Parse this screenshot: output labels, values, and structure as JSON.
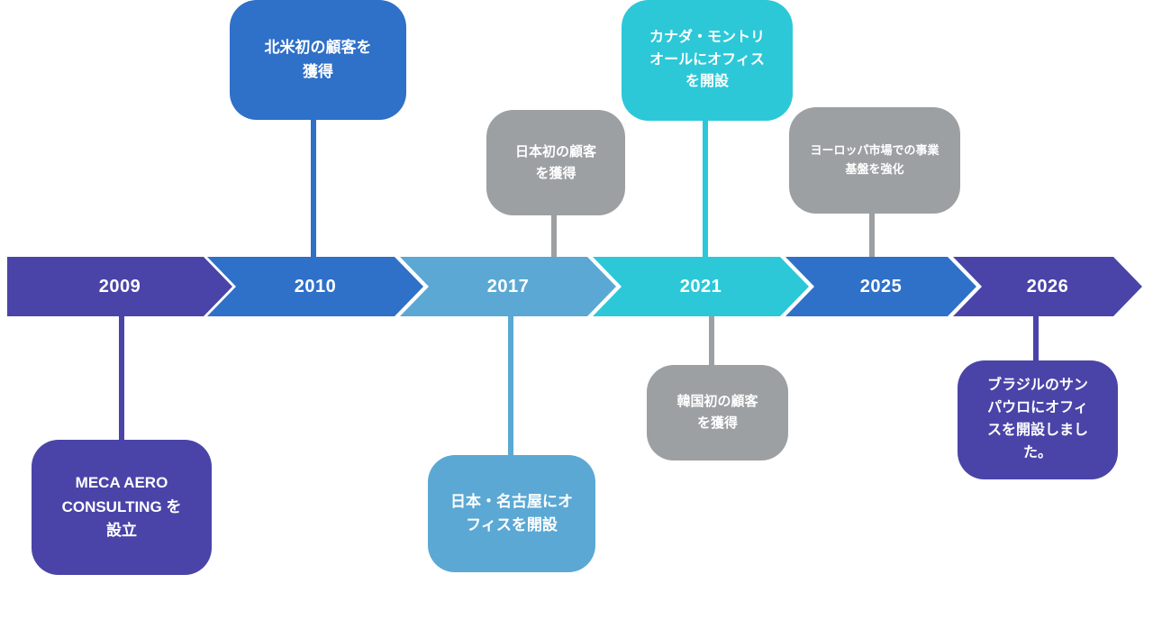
{
  "palette": {
    "purple": "#4a44a8",
    "blue": "#2f70c8",
    "light_blue": "#5ba8d4",
    "teal": "#2cc8d8",
    "gray": "#9ca0a3"
  },
  "timeline": {
    "years": [
      {
        "label": "2009",
        "color": "#4a44a8"
      },
      {
        "label": "2010",
        "color": "#2f70c8"
      },
      {
        "label": "2017",
        "color": "#5ba8d4"
      },
      {
        "label": "2021",
        "color": "#2cc8d8"
      },
      {
        "label": "2025",
        "color": "#2f70c8"
      },
      {
        "label": "2026",
        "color": "#4a44a8"
      }
    ],
    "callouts": [
      {
        "year": "2010",
        "position": "above",
        "text": "北米初の顧客を\n獲得",
        "color": "#2f70c8"
      },
      {
        "year": "2017",
        "position": "above",
        "text": "日本初の顧客\nを獲得",
        "color": "#9ca0a3"
      },
      {
        "year": "2021",
        "position": "above",
        "text": "カナダ・モントリ\nオールにオフィス\nを開設",
        "color": "#2cc8d8"
      },
      {
        "year": "2025",
        "position": "above",
        "text": "ヨーロッパ市場での事業\n基盤を強化",
        "color": "#9ca0a3"
      },
      {
        "year": "2009",
        "position": "below",
        "text": "MECA AERO\nCONSULTING を\n設立",
        "color": "#4a44a8"
      },
      {
        "year": "2017",
        "position": "below",
        "text": "日本・名古屋にオ\nフィスを開設",
        "color": "#5ba8d4"
      },
      {
        "year": "2021",
        "position": "below",
        "text": "韓国初の顧客\nを獲得",
        "color": "#9ca0a3"
      },
      {
        "year": "2026",
        "position": "below",
        "text": "ブラジルのサン\nパウロにオフィ\nスを開設しまし\nた。",
        "color": "#4a44a8"
      }
    ]
  }
}
